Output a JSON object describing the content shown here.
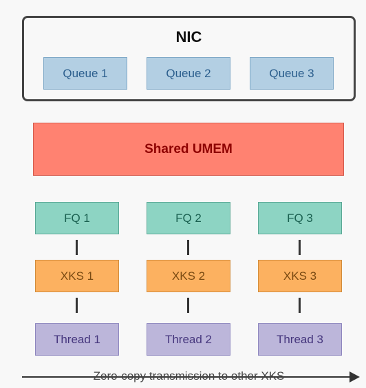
{
  "nic": {
    "title": "NIC",
    "queues": [
      "Queue 1",
      "Queue 2",
      "Queue 3"
    ]
  },
  "umem": {
    "label": "Shared UMEM"
  },
  "fill_queues": [
    "FQ 1",
    "FQ 2",
    "FQ 3"
  ],
  "xsks": [
    "XKS 1",
    "XKS 2",
    "XKS 3"
  ],
  "threads": [
    "Thread 1",
    "Thread 2",
    "Thread 3"
  ],
  "bottom_arrow": {
    "label": "Zero-copy transmission to other XKS"
  },
  "colors": {
    "queue_fill": "#b3cfe3",
    "umem_fill": "#ff8271",
    "fq_fill": "#8dd4c3",
    "xks_fill": "#fcb160",
    "thread_fill": "#bcb6da"
  }
}
